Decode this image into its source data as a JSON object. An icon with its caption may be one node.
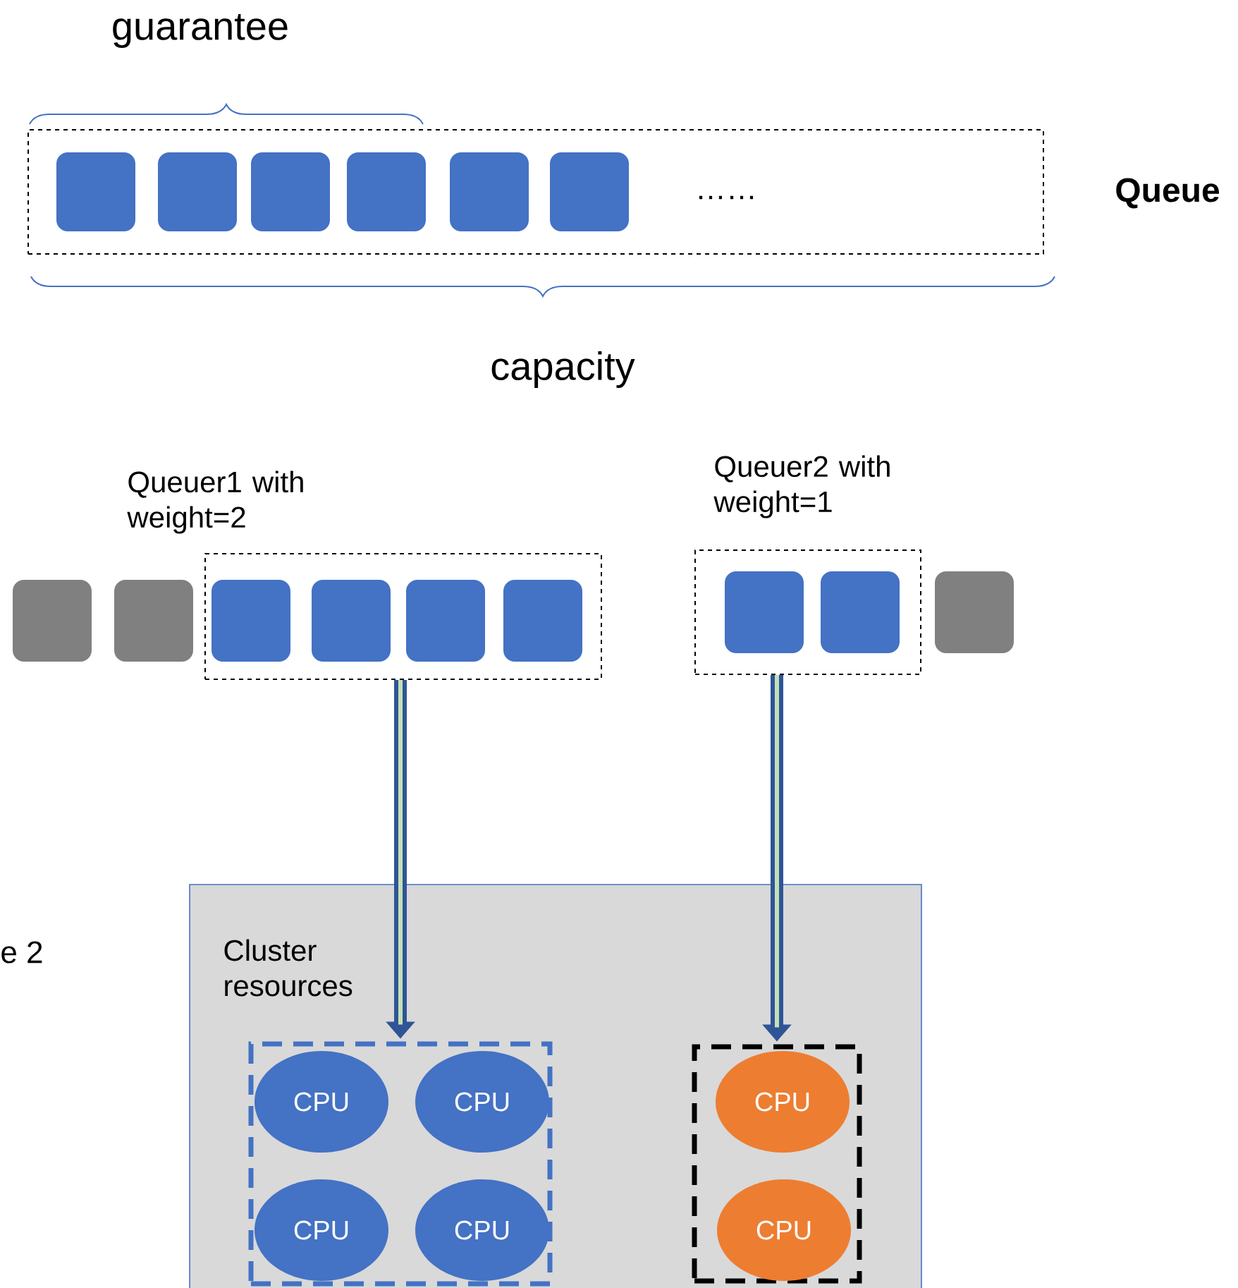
{
  "diagram": {
    "nodes": [
      {
        "text": [
          "……"
        ]
      },
      {
        "text": [],
        "shape": "box",
        "in": 0
      },
      {
        "text": [],
        "shape": "box",
        "in": 0
      },
      {
        "text": [],
        "shape": "box",
        "in": 0
      },
      {
        "text": [],
        "shape": "box",
        "in": 0
      },
      {
        "text": [],
        "shape": "box",
        "in": 0
      },
      {
        "text": [],
        "shape": "box",
        "in": 0
      },
      {
        "text": [],
        "shape": "box"
      },
      {
        "text": [],
        "shape": "box"
      },
      {
        "text": [
          "Queuer1 with weight=2"
        ]
      },
      {
        "text": [],
        "shape": "box",
        "in": 9
      },
      {
        "text": [],
        "shape": "box",
        "in": 9
      },
      {
        "text": [],
        "shape": "box",
        "in": 9
      },
      {
        "text": [],
        "shape": "box",
        "in": 9
      },
      {
        "text": [
          "Queuer2 with weight=1"
        ]
      },
      {
        "text": [],
        "shape": "box",
        "in": 14
      },
      {
        "text": [],
        "shape": "box",
        "in": 14
      },
      {
        "text": [],
        "shape": "box"
      },
      {
        "text": [
          "Cluster resources"
        ]
      },
      {
        "text": [],
        "shape": "box",
        "in": 18
      },
      {
        "text": [
          "CPU"
        ],
        "in": 19
      },
      {
        "text": [
          "CPU"
        ],
        "in": 19
      },
      {
        "text": [
          "CPU"
        ],
        "in": 19
      },
      {
        "text": [
          "CPU"
        ],
        "in": 19
      },
      {
        "text": [],
        "shape": "box",
        "in": 18
      },
      {
        "text": [
          "CPU"
        ],
        "in": 24
      },
      {
        "text": [
          "CPU"
        ],
        "in": 24
      }
    ],
    "edges": [
      {
        "from": 9,
        "to": 19,
        "arrow": "to"
      },
      {
        "from": 14,
        "to": 24,
        "arrow": "to"
      }
    ],
    "labels": [
      "guarantee",
      "Queue",
      "capacity",
      "e 2"
    ]
  }
}
